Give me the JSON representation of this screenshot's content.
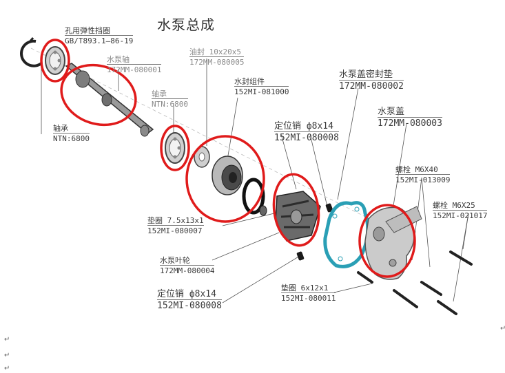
{
  "title": "水泵总成",
  "parts": [
    {
      "id": "circlip",
      "name": "孔用弹性挡圈",
      "code": "GB/T893.1—86-19"
    },
    {
      "id": "pump-shaft",
      "name": "水泵轴",
      "code": "172MM-080001"
    },
    {
      "id": "oil-seal",
      "name": "油封 10x20x5",
      "code": "172MM-080005"
    },
    {
      "id": "bearing-right",
      "name": "轴承",
      "code": "NTN:6800"
    },
    {
      "id": "water-seal",
      "name": "水封组件",
      "code": "152MI-081000"
    },
    {
      "id": "bearing-left",
      "name": "轴承",
      "code": "NTN:6800"
    },
    {
      "id": "cover-gasket",
      "name": "水泵盖密封垫",
      "code": "172MM-080002"
    },
    {
      "id": "dowel-upper",
      "name": "定位销 ф8x14",
      "code": "152MI-080008"
    },
    {
      "id": "pump-cover",
      "name": "水泵盖",
      "code": "172MM-080003"
    },
    {
      "id": "bolt-m6x40",
      "name": "螺栓 M6X40",
      "code": "152MI-013009"
    },
    {
      "id": "bolt-m6x25",
      "name": "螺栓 M6X25",
      "code": "152MI-021017"
    },
    {
      "id": "washer-7",
      "name": "垫圈 7.5x13x1",
      "code": "152MI-080007"
    },
    {
      "id": "impeller",
      "name": "水泵叶轮",
      "code": "172MM-080004"
    },
    {
      "id": "dowel-lower",
      "name": "定位销 ф8x14",
      "code": "152MI-080008"
    },
    {
      "id": "washer-6",
      "name": "垫圈 6x12x1",
      "code": "152MI-080011"
    }
  ],
  "paragraph_marks": [
    "↵",
    "↵",
    "↵",
    "↵"
  ]
}
